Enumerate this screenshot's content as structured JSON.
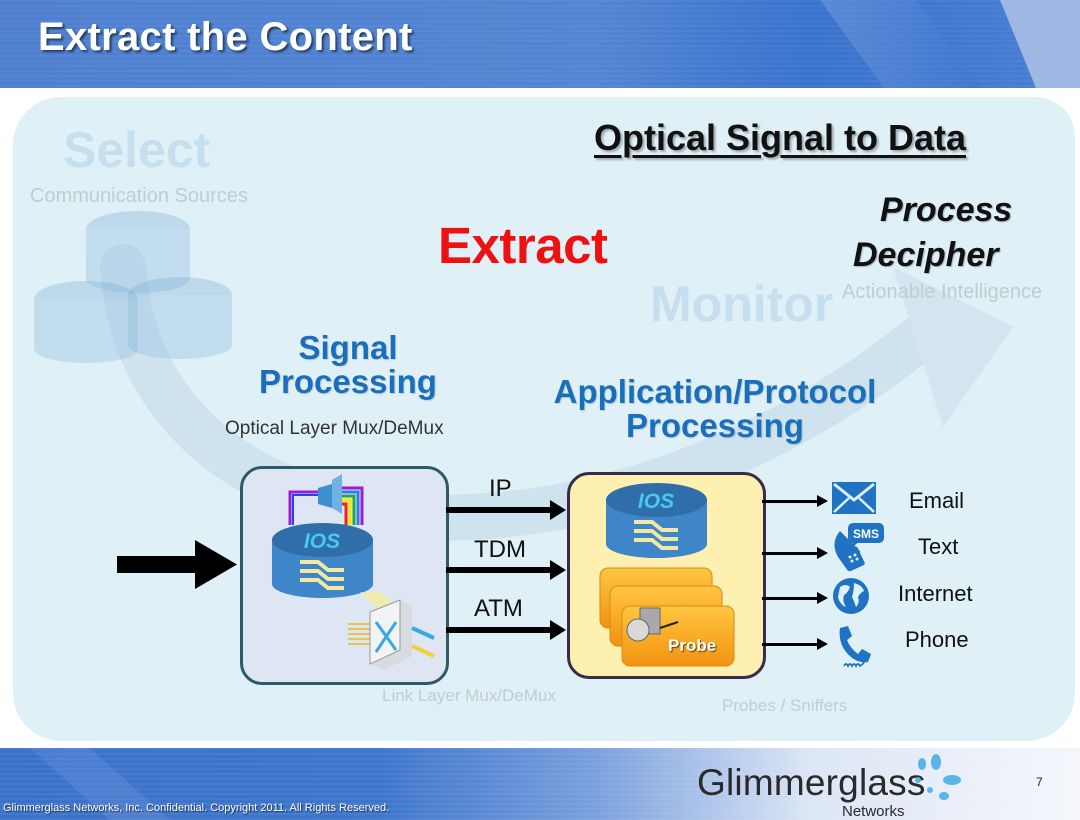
{
  "header": {
    "title": "Extract the Content"
  },
  "diagram": {
    "heading": "Optical Signal to Data",
    "center_label": "Extract",
    "right_labels": {
      "line1": "Process",
      "line2": "Decipher"
    },
    "background_stages": {
      "select": {
        "title": "Select",
        "subtitle": "Communication Sources"
      },
      "monitor": {
        "title": "Monitor",
        "subtitle": "Actionable Intelligence"
      },
      "link_layer": "Link Layer Mux/DeMux",
      "probes": "Probes / Sniffers"
    },
    "signal_processing": {
      "title_line1": "Signal",
      "title_line2": "Processing",
      "subtitle": "Optical Layer Mux/DeMux"
    },
    "app_processing": {
      "title_line1": "Application/Protocol",
      "title_line2": "Processing"
    },
    "protocols": [
      "IP",
      "TDM",
      "ATM"
    ],
    "router_label": "IOS",
    "probe_label": "Probe",
    "sms_badge": "SMS",
    "outputs": [
      {
        "label": "Email",
        "icon": "envelope-icon"
      },
      {
        "label": "Text",
        "icon": "sms-phone-icon"
      },
      {
        "label": "Internet",
        "icon": "globe-icon"
      },
      {
        "label": "Phone",
        "icon": "telephone-icon"
      }
    ],
    "colors": {
      "accent_blue": "#1a6fbd",
      "extract_red": "#ee1111",
      "probe_orange": "#f7a21c",
      "app_box_fill": "#fdf0b0"
    }
  },
  "footer": {
    "copyright": "Glimmerglass Networks, Inc. Confidential. Copyright 2011. All Rights Reserved.",
    "logo_name": "Glimmerglass",
    "logo_sub": "Networks",
    "page_number": "7"
  }
}
